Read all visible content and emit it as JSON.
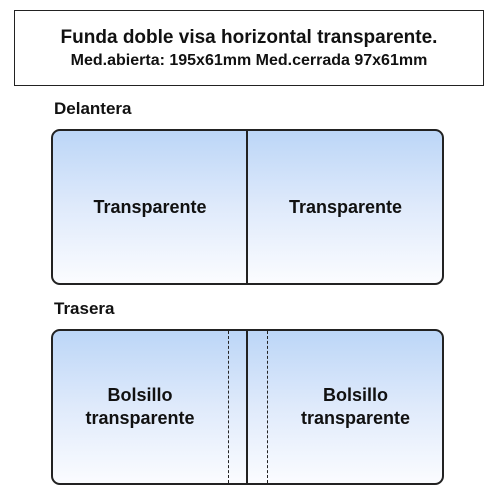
{
  "title": {
    "line1": "Funda doble visa horizontal transparente.",
    "line2": "Med.abierta: 195x61mm Med.cerrada 97x61mm"
  },
  "front": {
    "label": "Delantera",
    "left_text": "Transparente",
    "right_text": "Transparente"
  },
  "back": {
    "label": "Trasera",
    "left_line1": "Bolsillo",
    "left_line2": "transparente",
    "right_line1": "Bolsillo",
    "right_line2": "transparente"
  },
  "colors": {
    "panel_gradient_top": "#bcd6f7",
    "panel_gradient_bottom": "#fbfcff",
    "outline": "#222222"
  }
}
